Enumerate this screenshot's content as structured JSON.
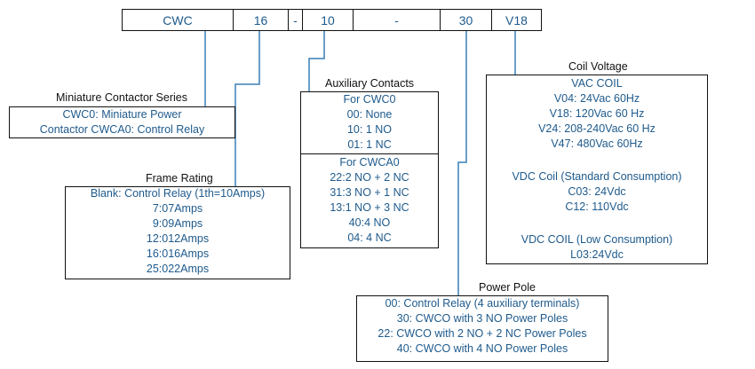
{
  "part_number": {
    "series": "CWC",
    "frame": "16",
    "dash1": "-",
    "aux": "10",
    "dash2": "-",
    "power": "30",
    "coil": "V18"
  },
  "miniature_contactor": {
    "title": "Miniature Contactor Series",
    "lines": [
      "CWC0: Miniature Power",
      "Contactor CWCA0: Control Relay"
    ]
  },
  "frame_rating": {
    "title": "Frame Rating",
    "lines": [
      "Blank: Control Relay (1th=10Amps)",
      "7:07Amps",
      "9:09Amps",
      "12:012Amps",
      "16:016Amps",
      "25:022Amps"
    ]
  },
  "auxiliary_contacts": {
    "title": "Auxiliary Contacts",
    "cwc0": [
      "For CWC0",
      "00: None",
      "10: 1 NO",
      "01: 1 NC"
    ],
    "cwca0": [
      "For CWCA0",
      "22:2 NO + 2 NC",
      "31:3 NO + 1 NC",
      "13:1 NO + 3 NC",
      "40:4 NO",
      "04: 4 NC"
    ]
  },
  "coil_voltage": {
    "title": "Coil Voltage",
    "lines": [
      "VAC COIL",
      "V04: 24Vac 60Hz",
      "V18: 120Vac 60 Hz",
      "V24: 208-240Vac 60 Hz",
      "V47: 480Vac 60Hz",
      "",
      "VDC Coil (Standard Consumption)",
      "C03: 24Vdc",
      "C12: 110Vdc",
      "",
      "VDC COIL (Low Consumption)",
      "L03:24Vdc"
    ]
  },
  "power_pole": {
    "title": "Power Pole",
    "lines": [
      "00: Control Relay (4 auxiliary terminals)",
      "30: CWCO with 3 NO Power Poles",
      "22: CWCO with 2 NO + 2 NC Power Poles",
      "40: CWCO with 4 NO Power Poles"
    ]
  },
  "colors": {
    "text_blue": "#1e5a8c",
    "line_blue": "#3a7fb5",
    "border": "#111111"
  }
}
